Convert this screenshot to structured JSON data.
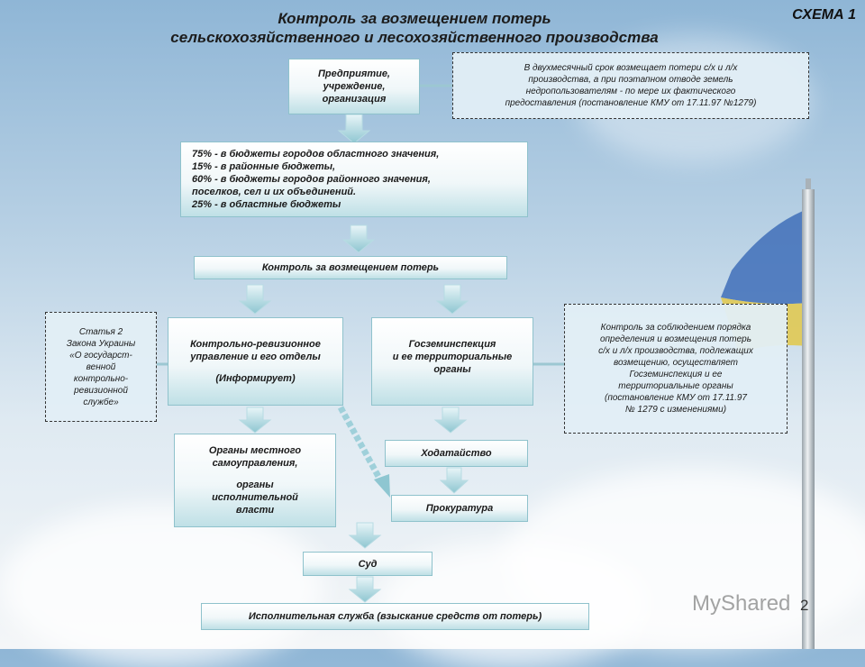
{
  "title": {
    "line1": "Контроль за возмещением потерь",
    "line2": "сельскохозяйственного и лесохозяйственного производства"
  },
  "schema_label": "СХЕМА 1",
  "boxes": {
    "enterprise": [
      "Предприятие,",
      "учреждение,",
      "организация"
    ],
    "budgets": [
      "75% - в бюджеты городов областного значения,",
      "15% - в районные бюджеты,",
      "60% - в бюджеты городов районного значения,",
      "поселков, сел и их объединений.",
      "25% - в областные бюджеты"
    ],
    "control": "Контроль за возмещением потерь",
    "kru": [
      "Контрольно-ревизионное",
      "управление и его отделы",
      "",
      "(Информирует)"
    ],
    "goszem": [
      "Госземинспекция",
      "и ее территориальные",
      "органы"
    ],
    "local": [
      "Органы местного",
      "самоуправления,",
      "",
      "органы",
      "исполнительной",
      "власти"
    ],
    "petition": "Ходатайство",
    "prosecutor": "Прокуратура",
    "court": "Суд",
    "executive": "Исполнительная служба (взыскание средств от потерь)"
  },
  "notes": {
    "top_right": [
      "В двухмесячный срок возмещает потери с/х и л/х",
      "производства, а при поэтапном отводе земель",
      "недропользователям - по мере их фактического",
      "предоставления (постановление КМУ от 17.11.97 №1279)"
    ],
    "left": [
      "Статья 2",
      "Закона Украины",
      "«О государст-",
      "венной",
      "контрольно-",
      "ревизионной",
      "службе»"
    ],
    "right": [
      "Контроль за соблюдением порядка",
      "определения и возмещения потерь",
      "с/х и л/х производства, подлежащих",
      "возмещению, осуществляет",
      "Госземинспекция и ее",
      "территориальные органы",
      "(постановление КМУ от 17.11.97",
      "№ 1279 с изменениями)"
    ]
  },
  "watermark": "MyShared",
  "page_number": "2",
  "colors": {
    "box_gradient_bottom": "#bfe0e6",
    "arrow_fill": "#a8d3dc",
    "note_bg": "#e1eef6"
  }
}
